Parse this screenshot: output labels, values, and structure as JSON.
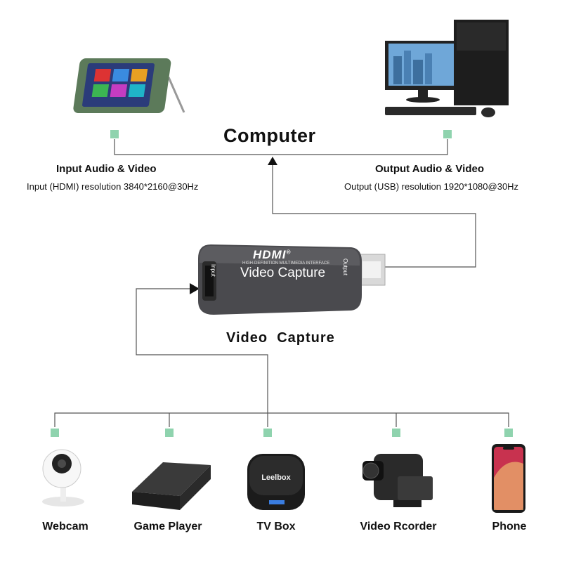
{
  "top": {
    "title": "Computer"
  },
  "input": {
    "heading": "Input Audio & Video",
    "detail": "Input (HDMI) resolution 3840*2160@30Hz"
  },
  "output": {
    "heading": "Output Audio & Video",
    "detail": "Output (USB) resolution 1920*1080@30Hz"
  },
  "device": {
    "logo": "HDMI",
    "logo_mark": "®",
    "name": "Video Capture",
    "tagline": "HIGH-DEFINITION MULTIMEDIA INTERFACE",
    "port_in": "Input",
    "port_out": "Output",
    "caption": "Video  Capture"
  },
  "tv_box_brand": "Leelbox",
  "sources": [
    {
      "label": "Webcam"
    },
    {
      "label": "Game Player"
    },
    {
      "label": "TV Box"
    },
    {
      "label": "Video Rcorder"
    },
    {
      "label": "Phone"
    }
  ],
  "colors": {
    "connector": "#8fd3ae",
    "line": "#555555",
    "device_body": "#4a4a4e"
  }
}
